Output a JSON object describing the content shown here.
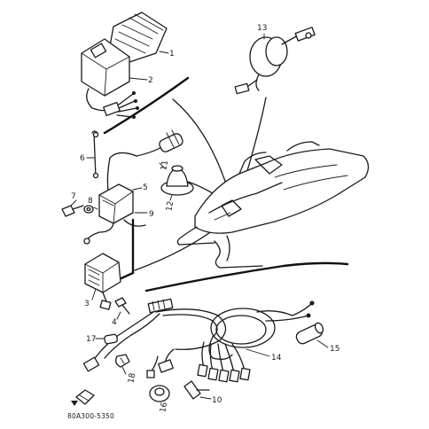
{
  "parts": [
    {
      "num": "1"
    },
    {
      "num": "2"
    },
    {
      "num": "3"
    },
    {
      "num": "4"
    },
    {
      "num": "5"
    },
    {
      "num": "6"
    },
    {
      "num": "7"
    },
    {
      "num": "8"
    },
    {
      "num": "9"
    },
    {
      "num": "10"
    },
    {
      "num": "11"
    },
    {
      "num": "12"
    },
    {
      "num": "13"
    },
    {
      "num": "14"
    },
    {
      "num": "15"
    },
    {
      "num": "16"
    },
    {
      "num": "17"
    },
    {
      "num": "18"
    }
  ],
  "diagram_code": "80A300-5350"
}
